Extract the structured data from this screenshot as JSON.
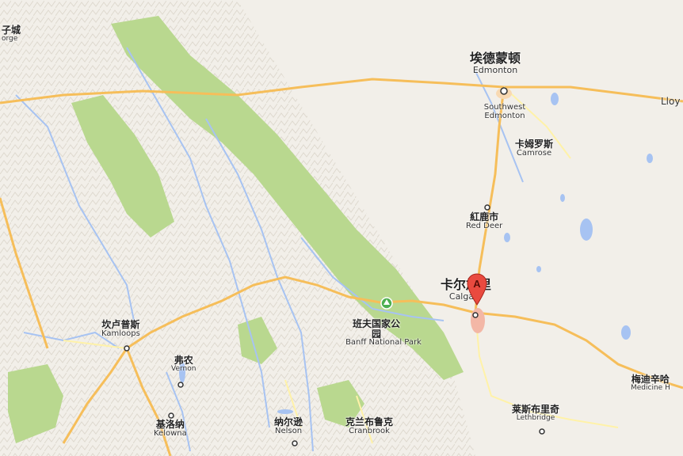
{
  "map": {
    "colors": {
      "land": "#f2efe9",
      "park": "#b9d88f",
      "water": "#a7c3f2",
      "highway": "#f6be5a",
      "road": "#fff2a8",
      "marker": "#e94a3f"
    },
    "places": [
      {
        "id": "edmonton",
        "zh": "埃德蒙顿",
        "en": "Edmonton"
      },
      {
        "id": "southwest-edmonton",
        "zh": "",
        "en": "Southwest Edmonton"
      },
      {
        "id": "camrose",
        "zh": "卡姆罗斯",
        "en": "Camrose"
      },
      {
        "id": "red-deer",
        "zh": "紅鹿市",
        "en": "Red Deer"
      },
      {
        "id": "calgary",
        "zh": "卡尔加里",
        "en": "Calgary"
      },
      {
        "id": "banff",
        "zh": "班夫国家公园",
        "en": "Banff National Park"
      },
      {
        "id": "kamloops",
        "zh": "坎卢普斯",
        "en": "Kamloops"
      },
      {
        "id": "vernon",
        "zh": "弗农",
        "en": "Vernon"
      },
      {
        "id": "kelowna",
        "zh": "基洛纳",
        "en": "Kelowna"
      },
      {
        "id": "nelson",
        "zh": "纳尔逊",
        "en": "Nelson"
      },
      {
        "id": "cranbrook",
        "zh": "克兰布鲁克",
        "en": "Cranbrook"
      },
      {
        "id": "lethbridge",
        "zh": "莱斯布里奇",
        "en": "Lethbridge"
      },
      {
        "id": "medicine-hat",
        "zh": "梅迪辛哈",
        "en": "Medicine H"
      },
      {
        "id": "lloyd",
        "zh": "",
        "en": "Lloy"
      },
      {
        "id": "prince-george",
        "zh": "子城",
        "en": "orge"
      }
    ],
    "marker": {
      "label": "A",
      "place": "Calgary"
    }
  }
}
